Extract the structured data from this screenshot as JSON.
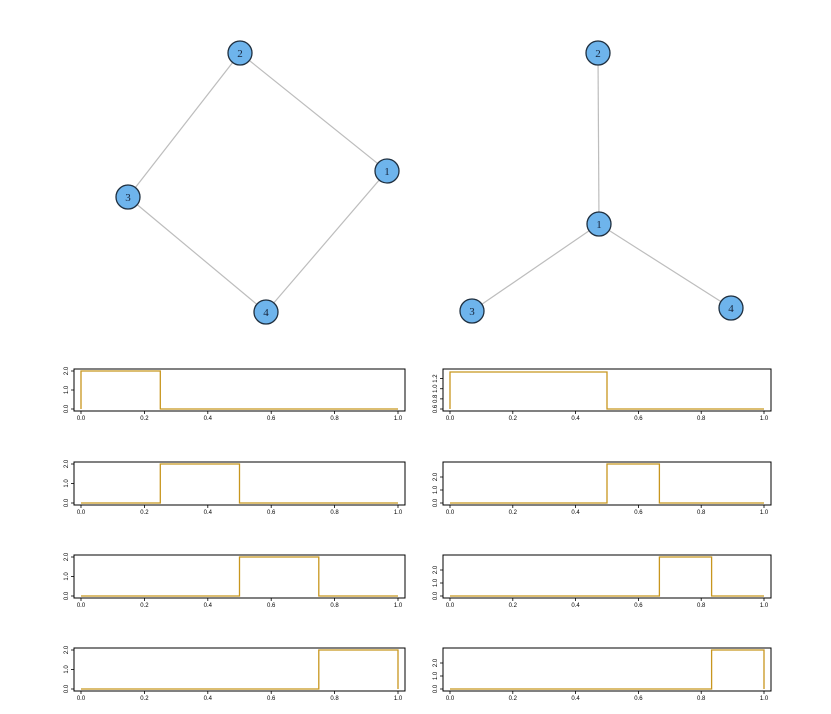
{
  "chart_data": [
    {
      "type": "network",
      "nodes": [
        "1",
        "2",
        "3",
        "4"
      ],
      "edges": [
        [
          "2",
          "1"
        ],
        [
          "2",
          "3"
        ],
        [
          "3",
          "4"
        ],
        [
          "4",
          "1"
        ]
      ],
      "node_color": "#6eb4ec",
      "edge_color": "#bdbdbd"
    },
    {
      "type": "network",
      "nodes": [
        "1",
        "2",
        "3",
        "4"
      ],
      "edges": [
        [
          "2",
          "1"
        ],
        [
          "1",
          "3"
        ],
        [
          "1",
          "4"
        ]
      ],
      "node_color": "#6eb4ec",
      "edge_color": "#bdbdbd"
    },
    {
      "type": "line",
      "step": true,
      "color": "#c8961e",
      "xlim": [
        0,
        1
      ],
      "ylim": [
        0,
        2
      ],
      "xticks": [
        "0.0",
        "0.2",
        "0.4",
        "0.6",
        "0.8",
        "1.0"
      ],
      "yticks": [
        {
          "v": 0,
          "label": "0.0"
        },
        {
          "v": 1,
          "label": "1.0"
        },
        {
          "v": 2,
          "label": "2.0"
        }
      ],
      "x": [
        0,
        0,
        0.25,
        0.25,
        1
      ],
      "y": [
        0,
        2,
        2,
        0,
        0
      ]
    },
    {
      "type": "line",
      "step": true,
      "color": "#c8961e",
      "xlim": [
        0,
        1
      ],
      "ylim": [
        0.6,
        1.35
      ],
      "xticks": [
        "0.0",
        "0.2",
        "0.4",
        "0.6",
        "0.8",
        "1.0"
      ],
      "yticks": [
        {
          "v": 0.6,
          "label": "0.6"
        },
        {
          "v": 0.8,
          "label": "0.8"
        },
        {
          "v": 1.0,
          "label": "1.0"
        },
        {
          "v": 1.2,
          "label": "1.2"
        }
      ],
      "x": [
        0,
        0,
        0.5,
        0.5,
        1
      ],
      "y": [
        0.6,
        1.33,
        1.33,
        0.6,
        0.6
      ]
    },
    {
      "type": "line",
      "step": true,
      "color": "#c8961e",
      "xlim": [
        0,
        1
      ],
      "ylim": [
        0,
        2
      ],
      "xticks": [
        "0.0",
        "0.2",
        "0.4",
        "0.6",
        "0.8",
        "1.0"
      ],
      "yticks": [
        {
          "v": 0,
          "label": "0.0"
        },
        {
          "v": 1,
          "label": "1.0"
        },
        {
          "v": 2,
          "label": "2.0"
        }
      ],
      "x": [
        0,
        0.25,
        0.25,
        0.5,
        0.5,
        1
      ],
      "y": [
        0,
        0,
        2,
        2,
        0,
        0
      ]
    },
    {
      "type": "line",
      "step": true,
      "color": "#c8961e",
      "xlim": [
        0,
        1
      ],
      "ylim": [
        0,
        3
      ],
      "xticks": [
        "0.0",
        "0.2",
        "0.4",
        "0.6",
        "0.8",
        "1.0"
      ],
      "yticks": [
        {
          "v": 0,
          "label": "0.0"
        },
        {
          "v": 1,
          "label": "1.0"
        },
        {
          "v": 2,
          "label": "2.0"
        }
      ],
      "x": [
        0,
        0.5,
        0.5,
        0.667,
        0.667,
        1
      ],
      "y": [
        0,
        0,
        3,
        3,
        0,
        0
      ]
    },
    {
      "type": "line",
      "step": true,
      "color": "#c8961e",
      "xlim": [
        0,
        1
      ],
      "ylim": [
        0,
        2
      ],
      "xticks": [
        "0.0",
        "0.2",
        "0.4",
        "0.6",
        "0.8",
        "1.0"
      ],
      "yticks": [
        {
          "v": 0,
          "label": "0.0"
        },
        {
          "v": 1,
          "label": "1.0"
        },
        {
          "v": 2,
          "label": "2.0"
        }
      ],
      "x": [
        0,
        0.5,
        0.5,
        0.75,
        0.75,
        1
      ],
      "y": [
        0,
        0,
        2,
        2,
        0,
        0
      ]
    },
    {
      "type": "line",
      "step": true,
      "color": "#c8961e",
      "xlim": [
        0,
        1
      ],
      "ylim": [
        0,
        3
      ],
      "xticks": [
        "0.0",
        "0.2",
        "0.4",
        "0.6",
        "0.8",
        "1.0"
      ],
      "yticks": [
        {
          "v": 0,
          "label": "0.0"
        },
        {
          "v": 1,
          "label": "1.0"
        },
        {
          "v": 2,
          "label": "2.0"
        }
      ],
      "x": [
        0,
        0.667,
        0.667,
        0.833,
        0.833,
        1
      ],
      "y": [
        0,
        0,
        3,
        3,
        0,
        0
      ]
    },
    {
      "type": "line",
      "step": true,
      "color": "#c8961e",
      "xlim": [
        0,
        1
      ],
      "ylim": [
        0,
        2
      ],
      "xticks": [
        "0.0",
        "0.2",
        "0.4",
        "0.6",
        "0.8",
        "1.0"
      ],
      "yticks": [
        {
          "v": 0,
          "label": "0.0"
        },
        {
          "v": 1,
          "label": "1.0"
        },
        {
          "v": 2,
          "label": "2.0"
        }
      ],
      "x": [
        0,
        0.75,
        0.75,
        1,
        1
      ],
      "y": [
        0,
        0,
        2,
        2,
        0
      ]
    },
    {
      "type": "line",
      "step": true,
      "color": "#c8961e",
      "xlim": [
        0,
        1
      ],
      "ylim": [
        0,
        3
      ],
      "xticks": [
        "0.0",
        "0.2",
        "0.4",
        "0.6",
        "0.8",
        "1.0"
      ],
      "yticks": [
        {
          "v": 0,
          "label": "0.0"
        },
        {
          "v": 1,
          "label": "1.0"
        },
        {
          "v": 2,
          "label": "2.0"
        }
      ],
      "x": [
        0,
        0.833,
        0.833,
        1,
        1
      ],
      "y": [
        0,
        0,
        3,
        3,
        0
      ]
    }
  ]
}
